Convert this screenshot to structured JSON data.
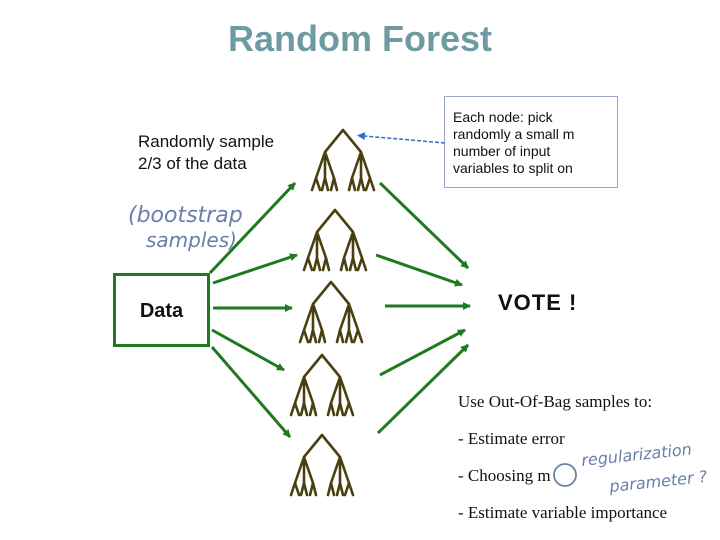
{
  "slide": {
    "title": "Random Forest",
    "sample_label_line1": "Randomly sample",
    "sample_label_line2": "2/3 of the data",
    "handwritten_note_line1": "(bootstrap",
    "handwritten_note_line2": "samples)",
    "data_label": "Data",
    "node_note": [
      "Each node: pick",
      "randomly a small m",
      "number of input",
      "variables to split on"
    ],
    "vote_label": "VOTE !",
    "oob_heading": "Use Out-Of-Bag samples to:",
    "oob_items": [
      "- Estimate error",
      "- Choosing m",
      "- Estimate variable importance"
    ],
    "handwritten_annotation_line1": "regularization",
    "handwritten_annotation_line2": "parameter ?"
  },
  "colors": {
    "title": "#6e9aa2",
    "arrow_green": "#1f7a1f",
    "tree_brown": "#4a3f10",
    "pointer_blue": "#3a6bc4",
    "handwriting_blue": "#6a7fa8"
  }
}
